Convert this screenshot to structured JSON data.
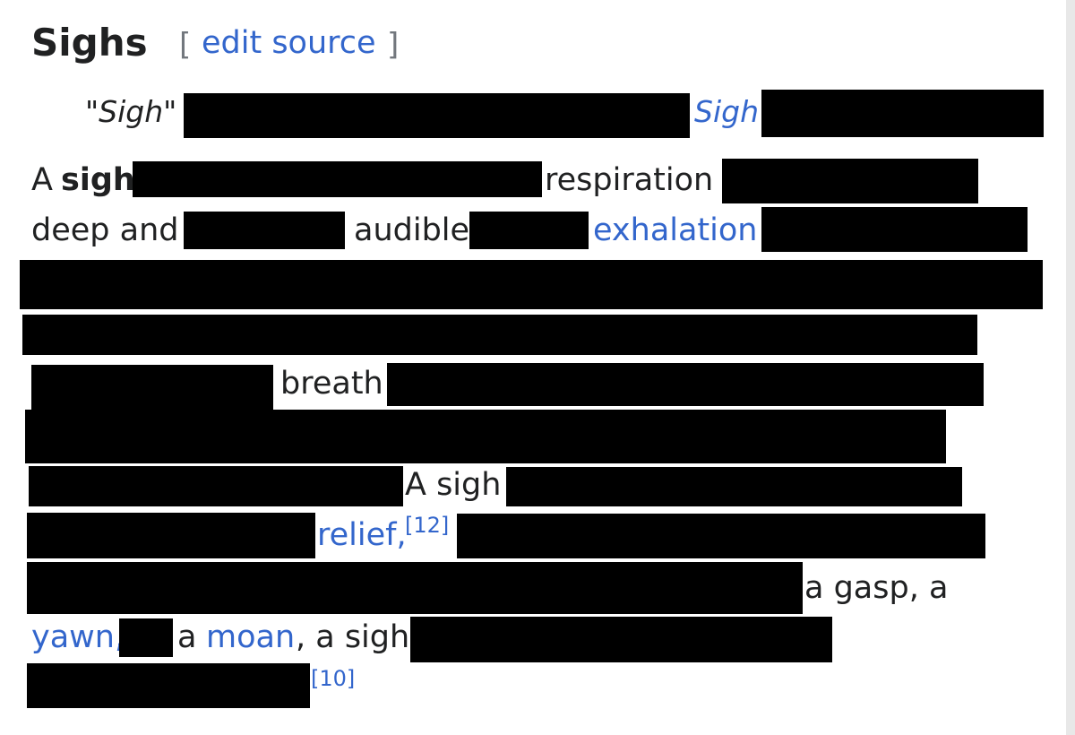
{
  "section": {
    "heading": "Sighs",
    "edit": {
      "bracket_open": "[",
      "link": "edit source",
      "bracket_close": "]"
    }
  },
  "hatnote": {
    "quote": "\"Sigh\"",
    "link": "Sigh"
  },
  "paragraph": {
    "article": "A",
    "term": "sigh",
    "word_respiration": "respiration",
    "phrase_deep_and": "deep and",
    "word_audible": "audible",
    "link_exhalation": "exhalation",
    "word_breath": "breath",
    "phrase_a_sigh": "A sigh",
    "link_relief": "relief,",
    "ref_relief": "[12]",
    "phrase_gasp": "a gasp, a",
    "link_yawn": "yawn,",
    "word_a": "a",
    "link_moan": "moan",
    "phrase_comma_sigh": ", a sigh",
    "ref_end": "[10]"
  },
  "colors": {
    "link": "#3366cc",
    "text": "#202122",
    "redaction": "#000000",
    "bracket": "#72777d"
  }
}
